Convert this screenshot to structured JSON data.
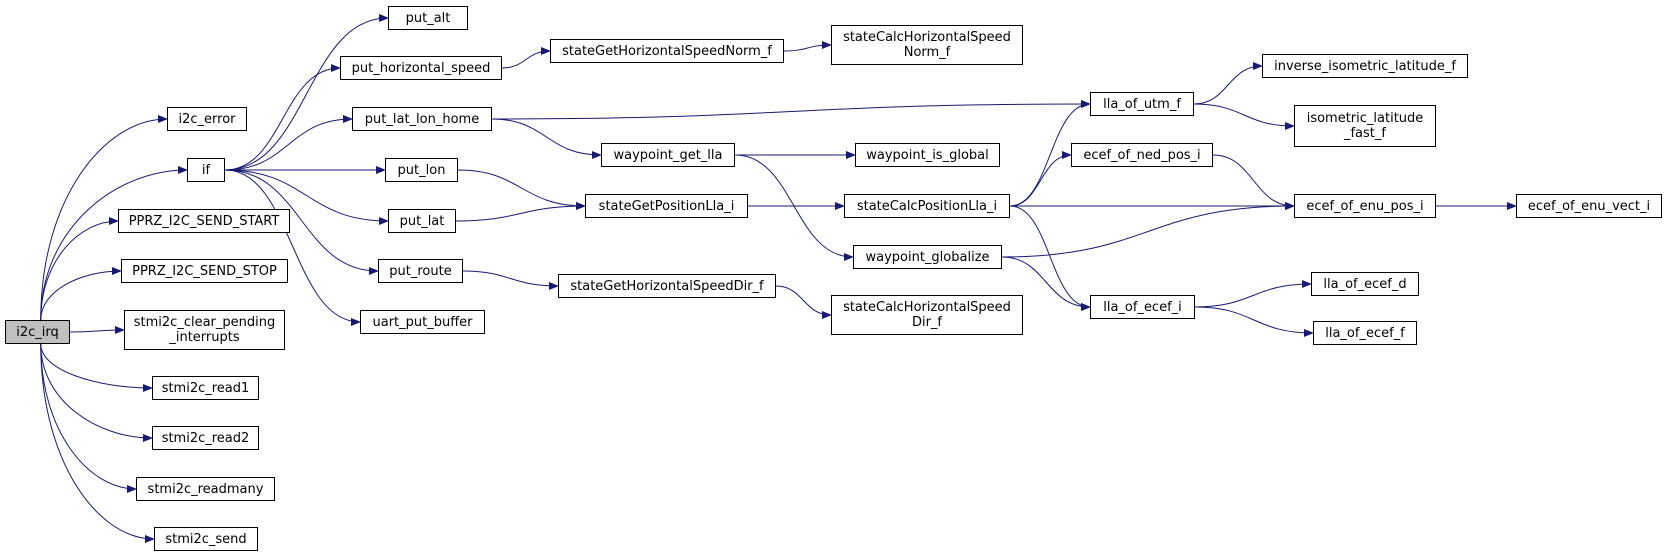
{
  "colors": {
    "edge": "#191970",
    "root_fill": "#bfbfbf",
    "node_fill": "#ffffff",
    "border": "#000000"
  },
  "nodes": {
    "i2c_irq": "i2c_irq",
    "i2c_error": "i2c_error",
    "if": "if",
    "PPRZ_I2C_SEND_START": "PPRZ_I2C_SEND_START",
    "PPRZ_I2C_SEND_STOP": "PPRZ_I2C_SEND_STOP",
    "stmi2c_clear_pending_interrupts": "stmi2c_clear_pending\n_interrupts",
    "stmi2c_read1": "stmi2c_read1",
    "stmi2c_read2": "stmi2c_read2",
    "stmi2c_readmany": "stmi2c_readmany",
    "stmi2c_send": "stmi2c_send",
    "put_alt": "put_alt",
    "put_horizontal_speed": "put_horizontal_speed",
    "put_lat_lon_home": "put_lat_lon_home",
    "put_lon": "put_lon",
    "put_lat": "put_lat",
    "put_route": "put_route",
    "uart_put_buffer": "uart_put_buffer",
    "stateGetHorizontalSpeedNorm_f": "stateGetHorizontalSpeedNorm_f",
    "stateCalcHorizontalSpeedNorm_f": "stateCalcHorizontalSpeed\nNorm_f",
    "waypoint_get_lla": "waypoint_get_lla",
    "stateGetPositionLla_i": "stateGetPositionLla_i",
    "stateGetHorizontalSpeedDir_f": "stateGetHorizontalSpeedDir_f",
    "stateCalcHorizontalSpeedDir_f": "stateCalcHorizontalSpeed\nDir_f",
    "waypoint_is_global": "waypoint_is_global",
    "stateCalcPositionLla_i": "stateCalcPositionLla_i",
    "waypoint_globalize": "waypoint_globalize",
    "lla_of_utm_f": "lla_of_utm_f",
    "ecef_of_ned_pos_i": "ecef_of_ned_pos_i",
    "lla_of_ecef_i": "lla_of_ecef_i",
    "inverse_isometric_latitude_f": "inverse_isometric_latitude_f",
    "isometric_latitude_fast_f": "isometric_latitude\n_fast_f",
    "ecef_of_enu_pos_i": "ecef_of_enu_pos_i",
    "lla_of_ecef_d": "lla_of_ecef_d",
    "lla_of_ecef_f": "lla_of_ecef_f",
    "ecef_of_enu_vect_i": "ecef_of_enu_vect_i"
  },
  "edges": [
    [
      "i2c_irq",
      "i2c_error"
    ],
    [
      "i2c_irq",
      "if"
    ],
    [
      "i2c_irq",
      "PPRZ_I2C_SEND_START"
    ],
    [
      "i2c_irq",
      "PPRZ_I2C_SEND_STOP"
    ],
    [
      "i2c_irq",
      "stmi2c_clear_pending_interrupts"
    ],
    [
      "i2c_irq",
      "stmi2c_read1"
    ],
    [
      "i2c_irq",
      "stmi2c_read2"
    ],
    [
      "i2c_irq",
      "stmi2c_readmany"
    ],
    [
      "i2c_irq",
      "stmi2c_send"
    ],
    [
      "if",
      "put_alt"
    ],
    [
      "if",
      "put_horizontal_speed"
    ],
    [
      "if",
      "put_lat_lon_home"
    ],
    [
      "if",
      "put_lon"
    ],
    [
      "if",
      "put_lat"
    ],
    [
      "if",
      "put_route"
    ],
    [
      "if",
      "uart_put_buffer"
    ],
    [
      "put_horizontal_speed",
      "stateGetHorizontalSpeedNorm_f"
    ],
    [
      "stateGetHorizontalSpeedNorm_f",
      "stateCalcHorizontalSpeedNorm_f"
    ],
    [
      "put_lat_lon_home",
      "lla_of_utm_f"
    ],
    [
      "put_lat_lon_home",
      "waypoint_get_lla"
    ],
    [
      "put_lon",
      "stateGetPositionLla_i"
    ],
    [
      "put_lat",
      "stateGetPositionLla_i"
    ],
    [
      "put_route",
      "stateGetHorizontalSpeedDir_f"
    ],
    [
      "stateGetHorizontalSpeedDir_f",
      "stateCalcHorizontalSpeedDir_f"
    ],
    [
      "waypoint_get_lla",
      "waypoint_is_global"
    ],
    [
      "waypoint_get_lla",
      "waypoint_globalize"
    ],
    [
      "stateGetPositionLla_i",
      "stateCalcPositionLla_i"
    ],
    [
      "stateCalcPositionLla_i",
      "lla_of_utm_f"
    ],
    [
      "stateCalcPositionLla_i",
      "ecef_of_ned_pos_i"
    ],
    [
      "stateCalcPositionLla_i",
      "ecef_of_enu_pos_i"
    ],
    [
      "stateCalcPositionLla_i",
      "lla_of_ecef_i"
    ],
    [
      "waypoint_globalize",
      "ecef_of_enu_pos_i"
    ],
    [
      "waypoint_globalize",
      "lla_of_ecef_i"
    ],
    [
      "lla_of_utm_f",
      "inverse_isometric_latitude_f"
    ],
    [
      "lla_of_utm_f",
      "isometric_latitude_fast_f"
    ],
    [
      "ecef_of_ned_pos_i",
      "ecef_of_enu_pos_i"
    ],
    [
      "ecef_of_enu_pos_i",
      "ecef_of_enu_vect_i"
    ],
    [
      "lla_of_ecef_i",
      "lla_of_ecef_d"
    ],
    [
      "lla_of_ecef_i",
      "lla_of_ecef_f"
    ]
  ]
}
